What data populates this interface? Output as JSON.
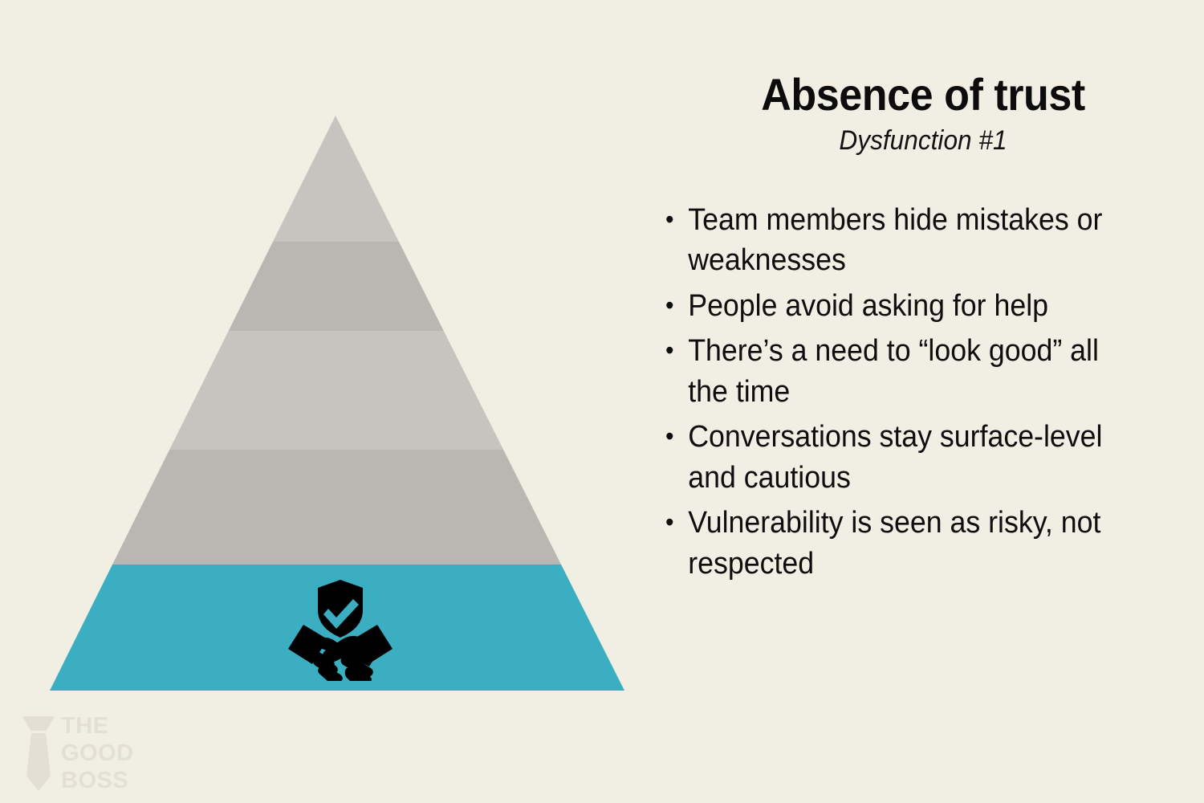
{
  "theme": {
    "background": "#F1EEE4",
    "accent_teal": "#3CAEC2",
    "layer_light_gray": "#C5C4BF",
    "layer_dark_gray": "#B8B7B2",
    "text": "#0E0E0E",
    "logo_watermark": "#E3E0D3"
  },
  "header": {
    "title": "Absence of trust",
    "subtitle": "Dysfunction #1"
  },
  "bullets": [
    "Team members hide mistakes or weaknesses",
    "People avoid asking for help",
    "There’s a need to “look good” all the time",
    "Conversations stay surface-level and cautious",
    "Vulnerability is seen as risky, not respected"
  ],
  "pyramid": {
    "layer_count": 5,
    "highlighted_layer_index": 4,
    "icon": "handshake-shield-icon",
    "layers": [
      {
        "position": "top",
        "fill": "#C5C4BF",
        "highlighted": false
      },
      {
        "position": "upper-middle",
        "fill": "#B8B7B2",
        "highlighted": false
      },
      {
        "position": "middle",
        "fill": "#C5C4BF",
        "highlighted": false
      },
      {
        "position": "lower-middle",
        "fill": "#B8B7B2",
        "highlighted": false
      },
      {
        "position": "base",
        "fill": "#3CAEC2",
        "highlighted": true
      }
    ]
  },
  "logo": {
    "line1": "THE",
    "line2": "GOOD",
    "line3": "BOSS",
    "mark": "necktie-icon"
  }
}
